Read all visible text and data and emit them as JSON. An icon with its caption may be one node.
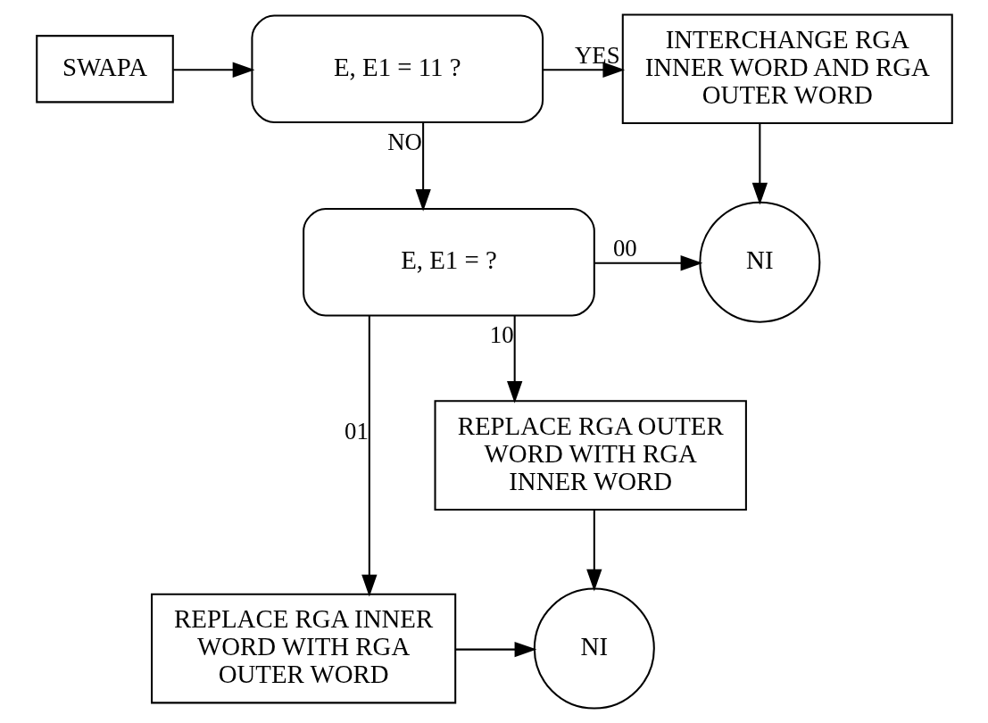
{
  "diagram": {
    "nodes": [
      {
        "text": [
          "SWAPA"
        ]
      },
      {
        "text": [
          "E, E1 = 11 ?"
        ]
      },
      {
        "text": [
          "INTERCHANGE RGA INNER WORD AND RGA OUTER WORD"
        ]
      },
      {
        "text": [
          "E, E1 = ?"
        ]
      },
      {
        "text": [
          "NI"
        ]
      },
      {
        "text": [
          "REPLACE RGA OUTER WORD WITH RGA INNER WORD"
        ]
      },
      {
        "text": [
          "REPLACE RGA INNER WORD WITH RGA OUTER WORD"
        ]
      },
      {
        "text": [
          "NI"
        ]
      }
    ],
    "edges": [
      {
        "from": 0,
        "to": 1,
        "arrow": "to"
      },
      {
        "from": 1,
        "to": 2,
        "arrow": "to",
        "label": "YES"
      },
      {
        "from": 1,
        "to": 3,
        "arrow": "to",
        "label": "NO"
      },
      {
        "from": 3,
        "to": 4,
        "arrow": "to",
        "label": "00"
      },
      {
        "from": 2,
        "to": 4,
        "arrow": "to"
      },
      {
        "from": 3,
        "to": 5,
        "arrow": "to",
        "label": "10"
      },
      {
        "from": 3,
        "to": 6,
        "arrow": "to",
        "label": "01"
      },
      {
        "from": 6,
        "to": 7,
        "arrow": "to"
      },
      {
        "from": 5,
        "to": 7,
        "arrow": "to"
      }
    ]
  }
}
